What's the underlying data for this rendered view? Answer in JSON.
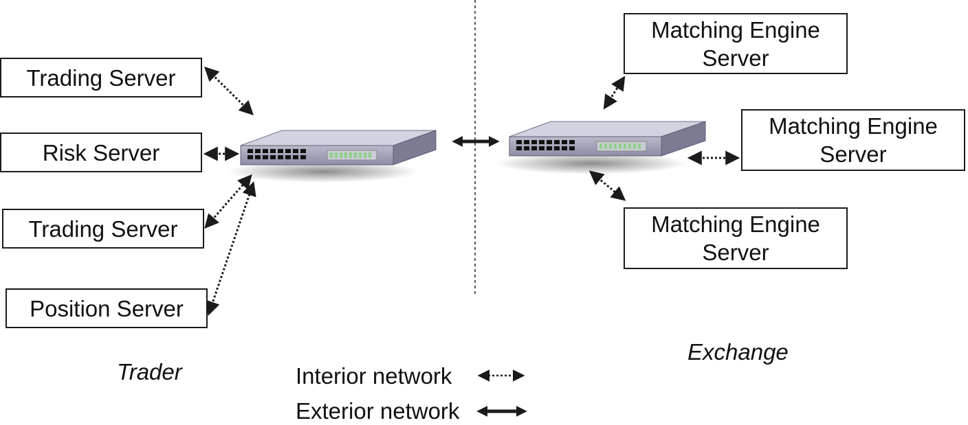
{
  "trader": {
    "label": "Trader",
    "servers": [
      {
        "label": "Trading Server"
      },
      {
        "label": "Risk Server"
      },
      {
        "label": "Trading Server"
      },
      {
        "label": "Position Server"
      }
    ]
  },
  "exchange": {
    "label": "Exchange",
    "servers": [
      {
        "line1": "Matching Engine",
        "line2": "Server"
      },
      {
        "line1": "Matching Engine",
        "line2": "Server"
      },
      {
        "line1": "Matching Engine",
        "line2": "Server"
      }
    ]
  },
  "legend": {
    "interior": "Interior network",
    "exterior": "Exterior network"
  },
  "colors": {
    "line": "#1b1b1b",
    "switch_top": "#d2d3e0",
    "switch_front": "#9a9bb0",
    "switch_side": "#7b7c94",
    "port": "#111111",
    "led": "#8fd08a"
  }
}
